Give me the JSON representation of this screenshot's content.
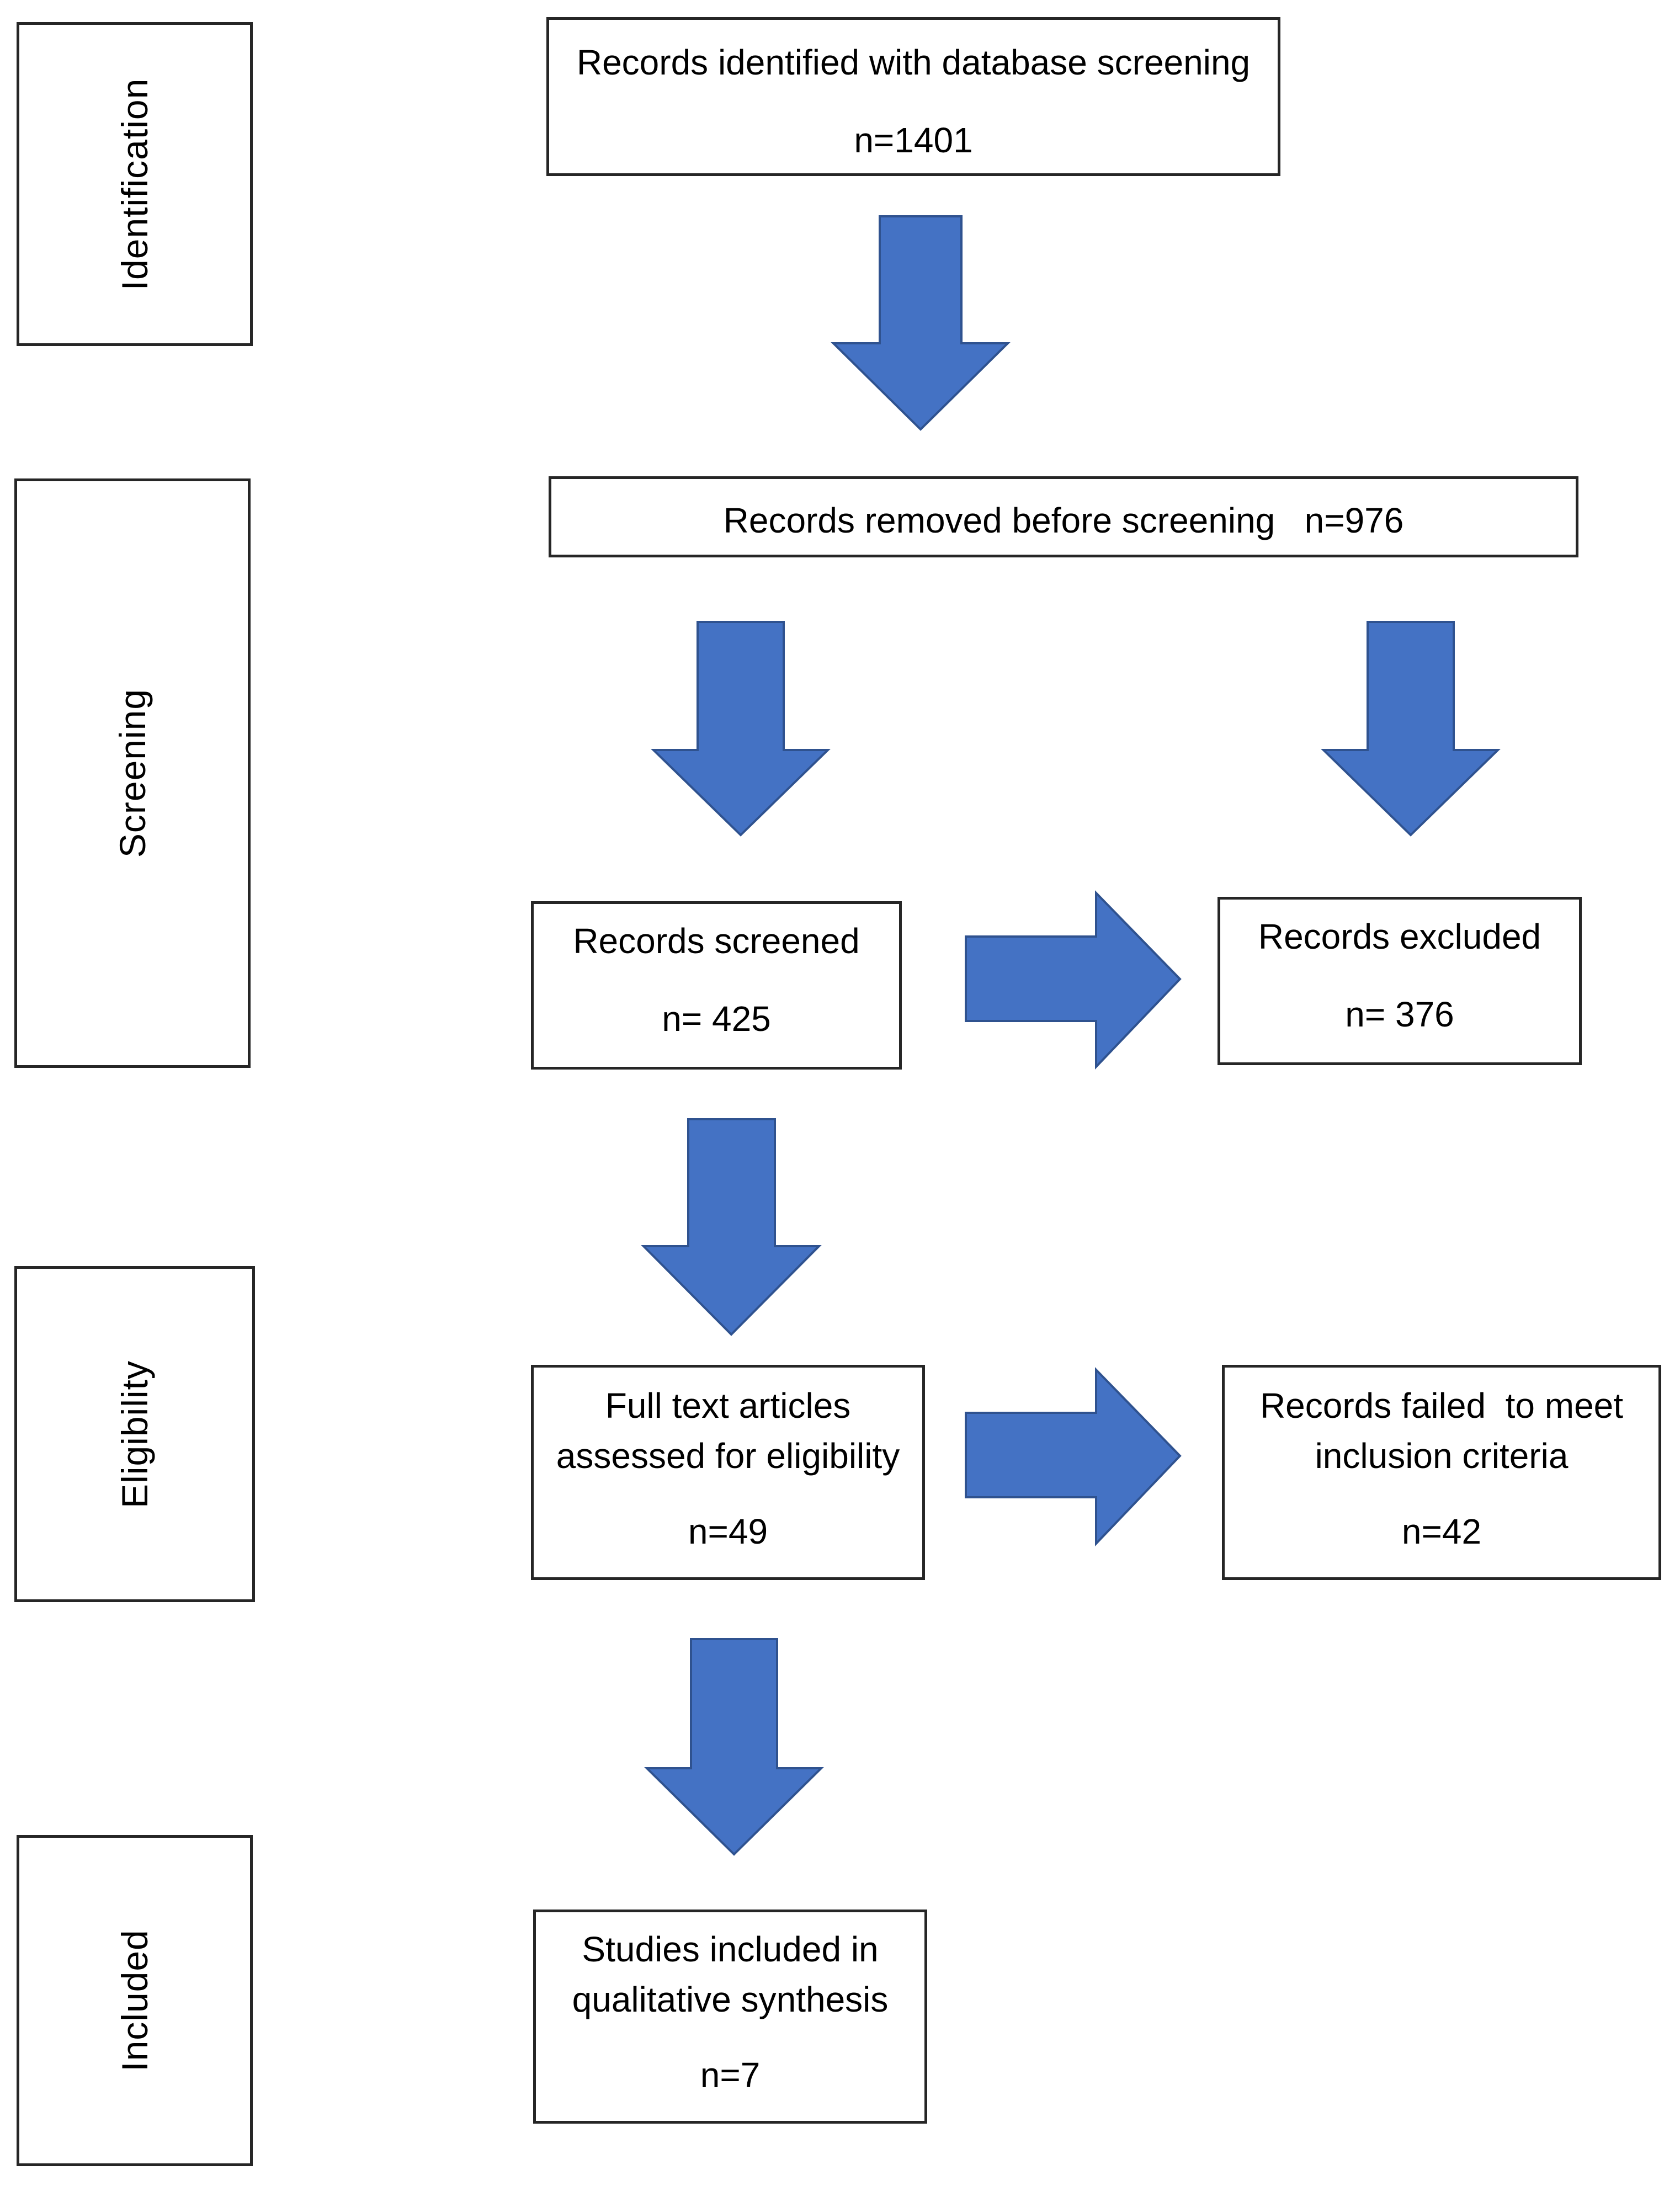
{
  "stages": {
    "identification": "Identification",
    "screening": "Screening",
    "eligibility": "Eligibility",
    "included": "Included"
  },
  "boxes": {
    "identified": {
      "text": "Records identified with database screening",
      "count": "n=1401"
    },
    "removed": {
      "text": "Records removed before screening   n=976"
    },
    "screened": {
      "text": "Records screened",
      "count": "n= 425"
    },
    "excluded": {
      "text": "Records excluded",
      "count": "n= 376"
    },
    "full_text": {
      "line1": "Full text articles",
      "line2": "assessed for eligibility",
      "count": "n=49"
    },
    "failed": {
      "line1": "Records failed  to meet",
      "line2": "inclusion criteria",
      "count": "n=42"
    },
    "included": {
      "line1": "Studies included in",
      "line2": "qualitative synthesis",
      "count": "n=7"
    }
  },
  "colors": {
    "arrow_fill": "#4472c4",
    "arrow_stroke": "#2f528f",
    "border": "#262626"
  }
}
